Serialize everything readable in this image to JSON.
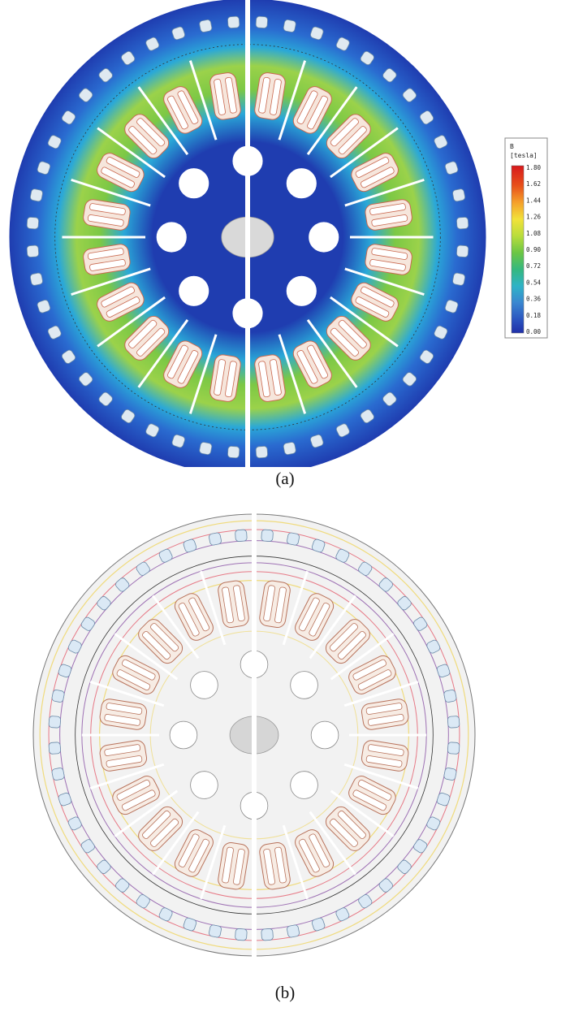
{
  "panel_a": {
    "caption": "(a)",
    "legend": {
      "title_line1": "B",
      "title_line2": "[tesla]",
      "ticks": [
        "1.80",
        "1.62",
        "1.44",
        "1.26",
        "1.08",
        "0.90",
        "0.72",
        "0.54",
        "0.36",
        "0.18",
        "0.00"
      ],
      "colors": [
        "#d7191c",
        "#e8501a",
        "#f5a02a",
        "#f2e23a",
        "#b9dd3c",
        "#6cc644",
        "#35b87f",
        "#2fb3c7",
        "#3a86d0",
        "#2a54c0",
        "#1f2fa8"
      ]
    },
    "colors": {
      "low_field": "#1f3db0",
      "mid_field": "#2aa8d8",
      "high_field": "#7cc845",
      "coil": "#f6e6dc",
      "coil_edge": "#c9684f",
      "hole": "#ffffff",
      "shaft": "#d9d9d9"
    }
  },
  "panel_b": {
    "caption": "(b)",
    "colors": {
      "disc": "#f2f2f2",
      "flux_outer": "#f0d870",
      "flux_mid": "#e45a6a",
      "flux_inner": "#7a3a9a",
      "shaft": "#d6d6d6"
    }
  }
}
